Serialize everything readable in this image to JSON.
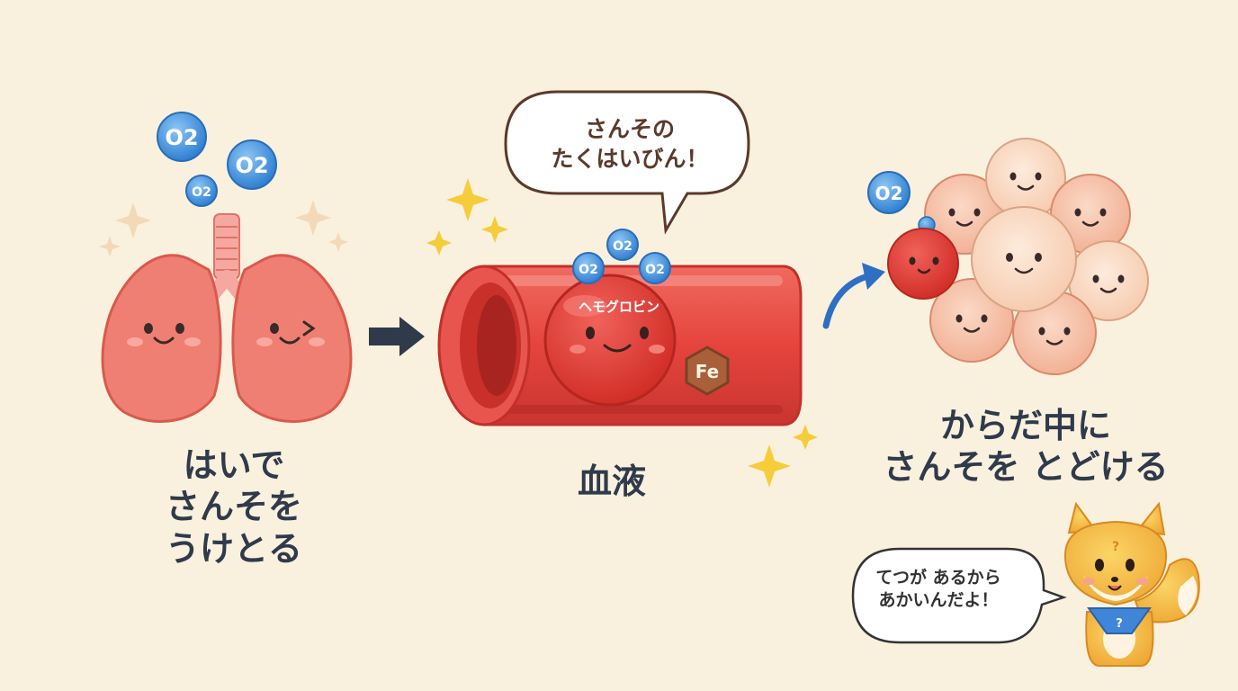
{
  "lungs": {
    "caption_lines": [
      "はいで",
      "さんそを",
      "うけとる"
    ],
    "o2_bubbles": [
      "O2",
      "O2",
      "O2"
    ]
  },
  "blood": {
    "caption": "血液",
    "speech_lines": [
      "さんその",
      "たくはいびん！"
    ],
    "hemoglobin_label": "ヘモグロビン",
    "iron_label": "Fe",
    "o2_bubbles": [
      "O2",
      "O2",
      "O2"
    ]
  },
  "body": {
    "caption_lines": [
      "からだ中に",
      "さんそを とどける"
    ],
    "o2_bubble": "O2"
  },
  "fox": {
    "speech_lines": [
      "てつが あるから",
      "あかいんだよ！"
    ],
    "hat_mark": "?",
    "scarf_mark": "?"
  },
  "colors": {
    "background": "#f9f1de",
    "lung": "#ef7f72",
    "vessel": "#e8433d",
    "blood_cell": "#e23a32",
    "oxygen": "#3d8fdc",
    "iron": "#a9603a",
    "tissue_cell": "#f3b49c",
    "caption_text": "#2f3a4a"
  }
}
